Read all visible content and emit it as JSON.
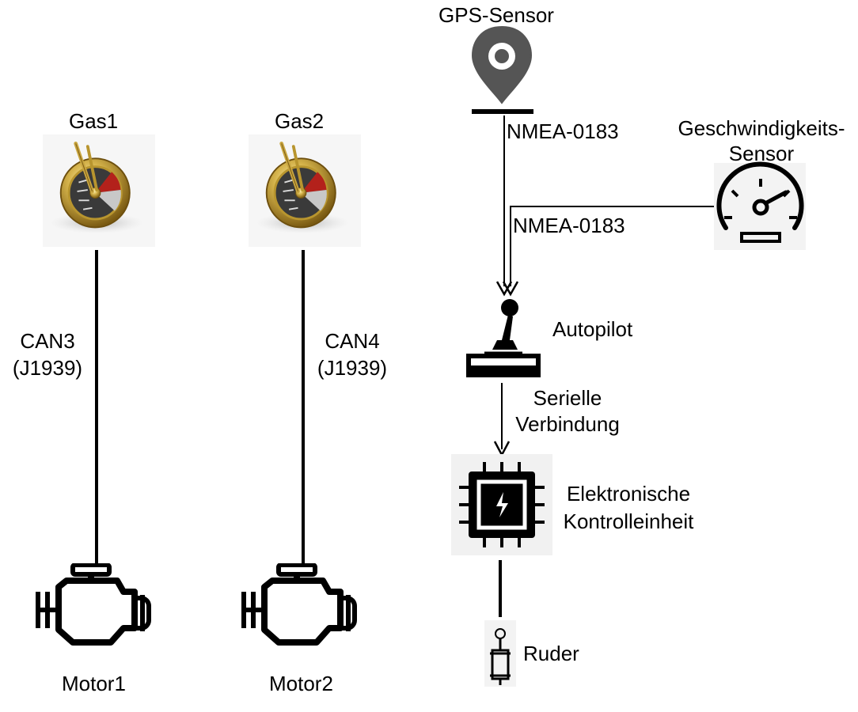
{
  "gps_sensor": {
    "label": "GPS-Sensor",
    "icon": "map-pin-icon"
  },
  "speed_sensor": {
    "label_line1": "Geschwindigkeits-",
    "label_line2": "Sensor",
    "icon": "speedometer-icon"
  },
  "throttle1": {
    "label": "Gas1",
    "icon": "engine-telegraph-icon"
  },
  "throttle2": {
    "label": "Gas2",
    "icon": "engine-telegraph-icon"
  },
  "motor1": {
    "label": "Motor1",
    "icon": "engine-icon"
  },
  "motor2": {
    "label": "Motor2",
    "icon": "engine-icon"
  },
  "autopilot": {
    "label": "Autopilot",
    "icon": "joystick-icon"
  },
  "ecu": {
    "label_line1": "Elektronische",
    "label_line2": "Kontrolleinheit",
    "icon": "chip-icon"
  },
  "rudder": {
    "label": "Ruder",
    "icon": "hydraulic-cylinder-icon"
  },
  "links": {
    "gps_to_autopilot": "NMEA-0183",
    "speed_to_autopilot": "NMEA-0183",
    "gas1_to_motor1_line1": "CAN3",
    "gas1_to_motor1_line2": "(J1939)",
    "gas2_to_motor2_line1": "CAN4",
    "gas2_to_motor2_line2": "(J1939)",
    "autopilot_to_ecu_line1": "Serielle",
    "autopilot_to_ecu_line2": "Verbindung"
  }
}
